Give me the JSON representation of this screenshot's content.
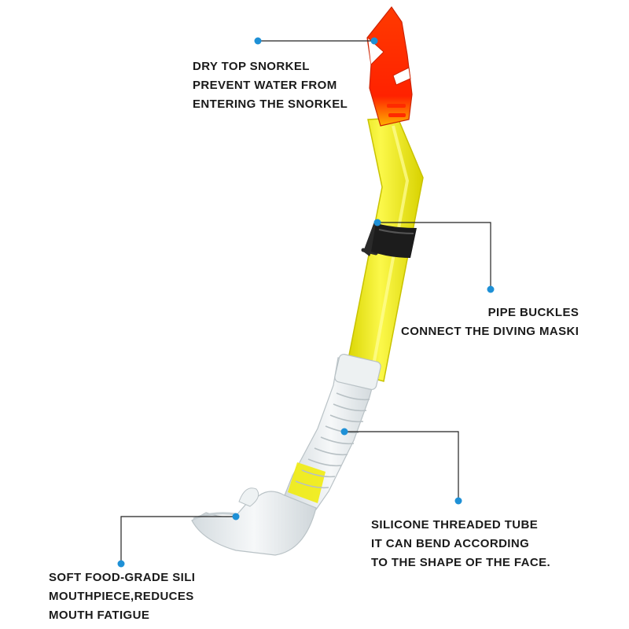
{
  "callouts": {
    "dry_top": {
      "icon": "dot-marker-icon",
      "lines": [
        "DRY TOP SNORKEL",
        "PREVENT WATER FROM",
        "ENTERING THE SNORKEL"
      ]
    },
    "pipe_buckles": {
      "icon": "dot-marker-icon",
      "lines": [
        "PIPE BUCKLES",
        "CONNECT THE DIVING MASKI"
      ]
    },
    "threaded_tube": {
      "icon": "dot-marker-icon",
      "lines": [
        "SILICONE THREADED TUBE",
        "IT CAN BEND ACCORDING",
        "TO THE SHAPE OF THE FACE."
      ]
    },
    "mouthpiece": {
      "icon": "dot-marker-icon",
      "lines": [
        "SOFT FOOD-GRADE SILI",
        "MOUTHPIECE,REDUCES",
        "MOUTH FATIGUE"
      ]
    }
  },
  "colors": {
    "marker": "#1e90d6",
    "leader_line": "#222222",
    "top_valve": "#ff2a00",
    "tube": "#f2ef1a",
    "clip": "#1c1c1c",
    "clear_silicone": "#e6ecee"
  }
}
